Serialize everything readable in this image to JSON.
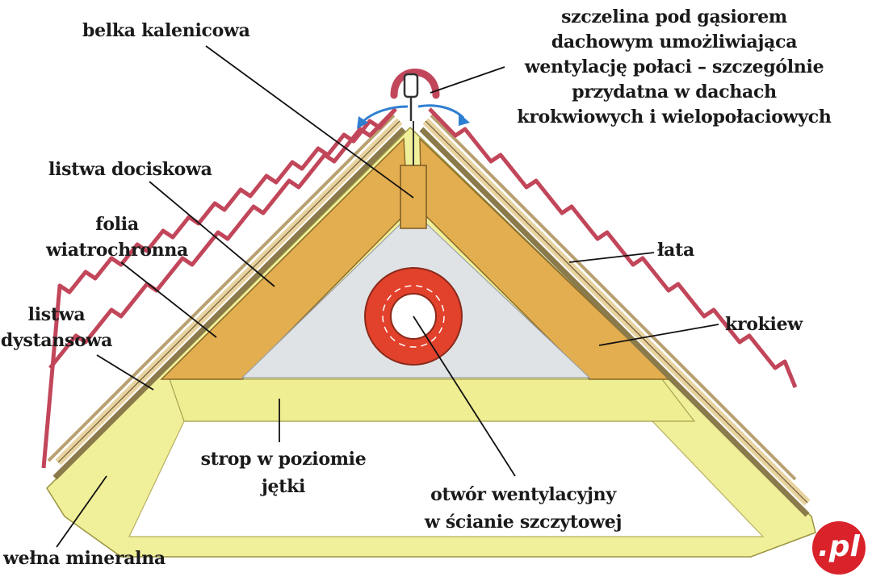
{
  "labels": {
    "belka_kalenicowa": "belka kalenicowa",
    "szczelina": [
      "szczelina pod gąsiorem",
      "dachowym umożliwiająca",
      "wentylację połaci – szczególnie",
      "przydatna w dachach",
      "krokwiowych i wielopołaciowych"
    ],
    "listwa_dociskowa": "listwa dociskowa",
    "folia": [
      "folia",
      "wiatrochronna"
    ],
    "listwa_dystansowa": [
      "listwa",
      "dystansowa"
    ],
    "lata": "łata",
    "krokiew": "krokiew",
    "strop": [
      "strop w poziomie",
      "jętki"
    ],
    "otwor": [
      "otwór wentylacyjny",
      "w ścianie szczytowej"
    ],
    "welna": "wełna mineralna"
  },
  "brand": {
    "text": ".pl",
    "color": "#d9222a"
  },
  "colors": {
    "rafter": "#e3ae4f",
    "insulation": "#f1f09a",
    "gable_wall": "#dfe3e6",
    "vent_brick": "#e2412c",
    "roof_tile": "#c2465a",
    "airflow_arrow": "#2f7fd1"
  }
}
